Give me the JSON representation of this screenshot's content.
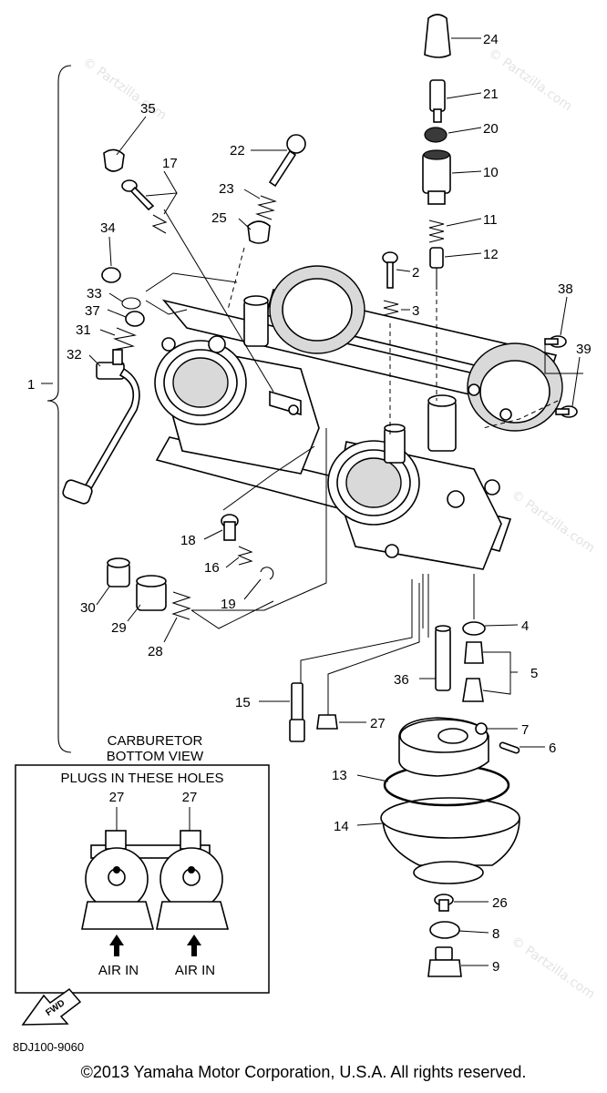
{
  "watermark": "© Partzilla.com",
  "parts": [
    {
      "num": "1"
    },
    {
      "num": "2"
    },
    {
      "num": "3"
    },
    {
      "num": "4"
    },
    {
      "num": "5"
    },
    {
      "num": "6"
    },
    {
      "num": "7"
    },
    {
      "num": "8"
    },
    {
      "num": "9"
    },
    {
      "num": "10"
    },
    {
      "num": "11"
    },
    {
      "num": "12"
    },
    {
      "num": "13"
    },
    {
      "num": "14"
    },
    {
      "num": "15"
    },
    {
      "num": "16"
    },
    {
      "num": "17"
    },
    {
      "num": "18"
    },
    {
      "num": "19"
    },
    {
      "num": "20"
    },
    {
      "num": "21"
    },
    {
      "num": "22"
    },
    {
      "num": "23"
    },
    {
      "num": "24"
    },
    {
      "num": "25"
    },
    {
      "num": "26"
    },
    {
      "num": "27"
    },
    {
      "num": "28"
    },
    {
      "num": "29"
    },
    {
      "num": "30"
    },
    {
      "num": "31"
    },
    {
      "num": "32"
    },
    {
      "num": "33"
    },
    {
      "num": "34"
    },
    {
      "num": "35"
    },
    {
      "num": "36"
    },
    {
      "num": "37"
    },
    {
      "num": "38"
    },
    {
      "num": "39"
    }
  ],
  "inset": {
    "title_line1": "CARBURETOR",
    "title_line2": "BOTTOM VIEW",
    "box_heading": "PLUGS IN THESE HOLES",
    "plug_label_left": "27",
    "plug_label_right": "27",
    "air_label_left": "AIR IN",
    "air_label_right": "AIR IN"
  },
  "fwd_label": "FWD",
  "diagram_code": "8DJ100-9060",
  "copyright": "©2013 Yamaha Motor Corporation, U.S.A. All rights reserved."
}
